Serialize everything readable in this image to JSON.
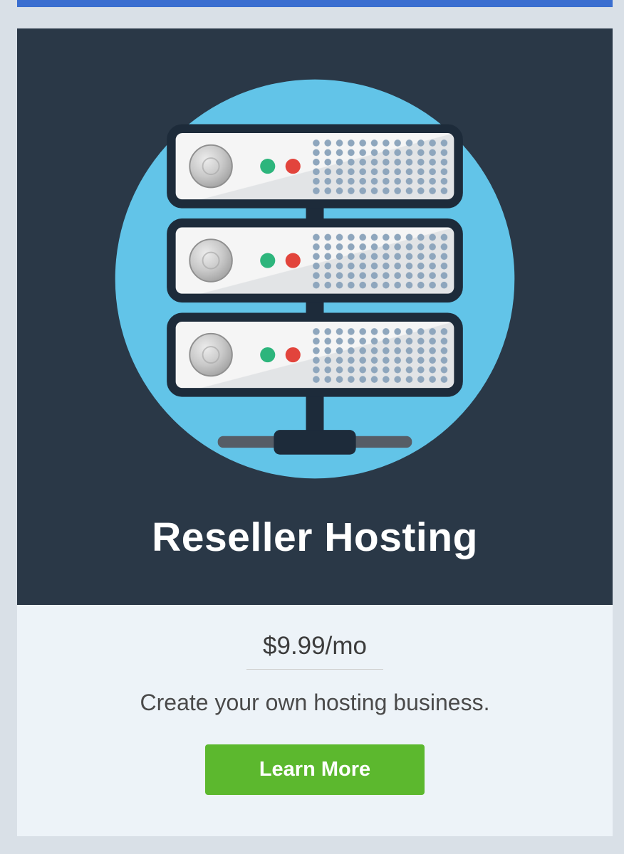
{
  "card": {
    "title": "Reseller Hosting",
    "price": "$9.99/mo",
    "description": "Create your own hosting business.",
    "button_label": "Learn More"
  },
  "icon": {
    "name": "server-stack-icon"
  },
  "colors": {
    "page_bg": "#d9e0e7",
    "top_bar": "#3a6ed0",
    "header_bg": "#2a3847",
    "body_bg": "#edf3f8",
    "circle_blue": "#62c4e8",
    "button_green": "#5cb82e",
    "led_green": "#2db57c",
    "led_red": "#e2443c",
    "server_outline": "#1d2b3a",
    "server_face": "#f5f5f5",
    "server_face_shadow": "#e2e4e6",
    "vent_dots": "#8ea6bd",
    "stand_gray": "#565d66",
    "price_text": "#3c3c3c",
    "desc_text": "#4a4a4a",
    "divider": "#cfcfcf"
  }
}
